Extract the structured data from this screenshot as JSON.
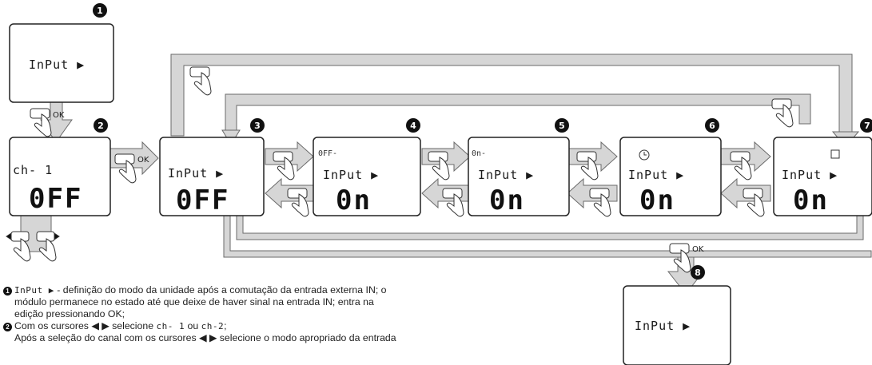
{
  "steps": [
    "1",
    "2",
    "3",
    "4",
    "5",
    "6",
    "7",
    "8"
  ],
  "screens": {
    "s1": {
      "label": "InPut ▶"
    },
    "s2": {
      "label": "ch- 1",
      "value": "0FF"
    },
    "s3": {
      "label": "InPut ▶",
      "value": "0FF"
    },
    "s4": {
      "label": "InPut ▶",
      "mode": "0FF-",
      "value": "0n"
    },
    "s5": {
      "label": "InPut ▶",
      "mode": "0n-",
      "value": "0n"
    },
    "s6": {
      "label": "InPut ▶",
      "value": "0n"
    },
    "s7": {
      "label": "InPut ▶",
      "value": "0n"
    },
    "s8": {
      "label": "InPut ▶"
    }
  },
  "ok_labels": {
    "ok1": "OK",
    "ok2": "OK",
    "ok3": "OK"
  },
  "notes": {
    "n1_sym": "InPut ▶",
    "n1_a": " - definição do modo da unidade após a comutação da entrada externa IN; o",
    "n1_b": "módulo permanece no estado até que deixe de haver sinal na entrada IN; entra na",
    "n1_c": "edição  pressionando OK;",
    "n2_a": "Com os cursores ◀ ▶ selecione ",
    "n2_ch1": "ch- 1",
    "n2_mid": " ou ",
    "n2_ch2": "ch-2",
    "n2_end": ";",
    "n3": "Após a seleção do canal com os cursores ◀ ▶ selecione o modo apropriado da entrada"
  },
  "colors": {
    "arrow_fill": "#d6d6d6",
    "arrow_stroke": "#6a6a6a",
    "badge": "#111111",
    "ink": "#1a1a1a"
  }
}
